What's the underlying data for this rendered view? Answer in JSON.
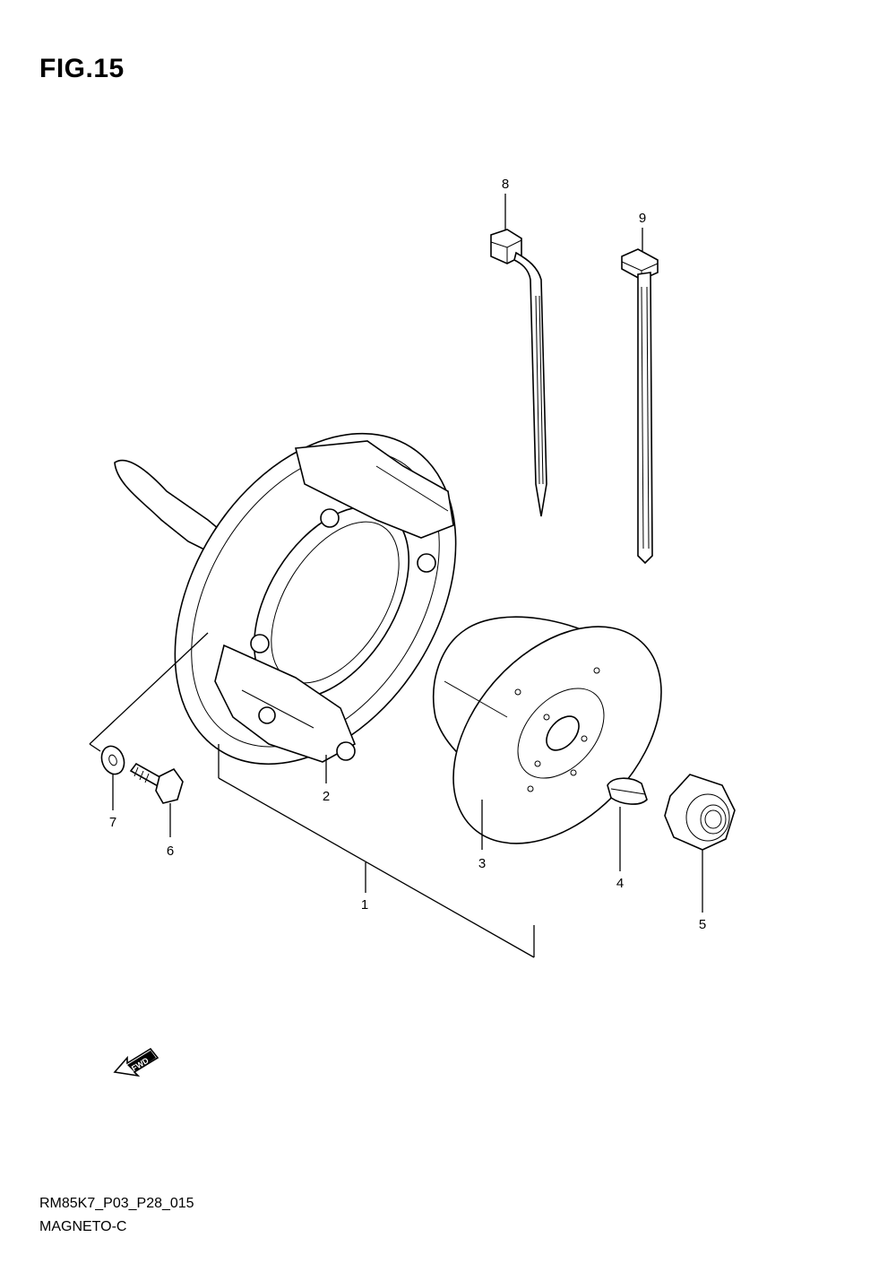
{
  "figure": {
    "title": "FIG.15",
    "model_code": "RM85K7_P03_P28_015",
    "section_name": "MAGNETO-C",
    "fwd_label": "FWD"
  },
  "callouts": [
    {
      "number": "1",
      "part": "magneto-assembly"
    },
    {
      "number": "2",
      "part": "stator"
    },
    {
      "number": "3",
      "part": "rotor"
    },
    {
      "number": "4",
      "part": "key"
    },
    {
      "number": "5",
      "part": "nut"
    },
    {
      "number": "6",
      "part": "bolt"
    },
    {
      "number": "7",
      "part": "washer"
    },
    {
      "number": "8",
      "part": "clamp"
    },
    {
      "number": "9",
      "part": "clamp"
    }
  ]
}
